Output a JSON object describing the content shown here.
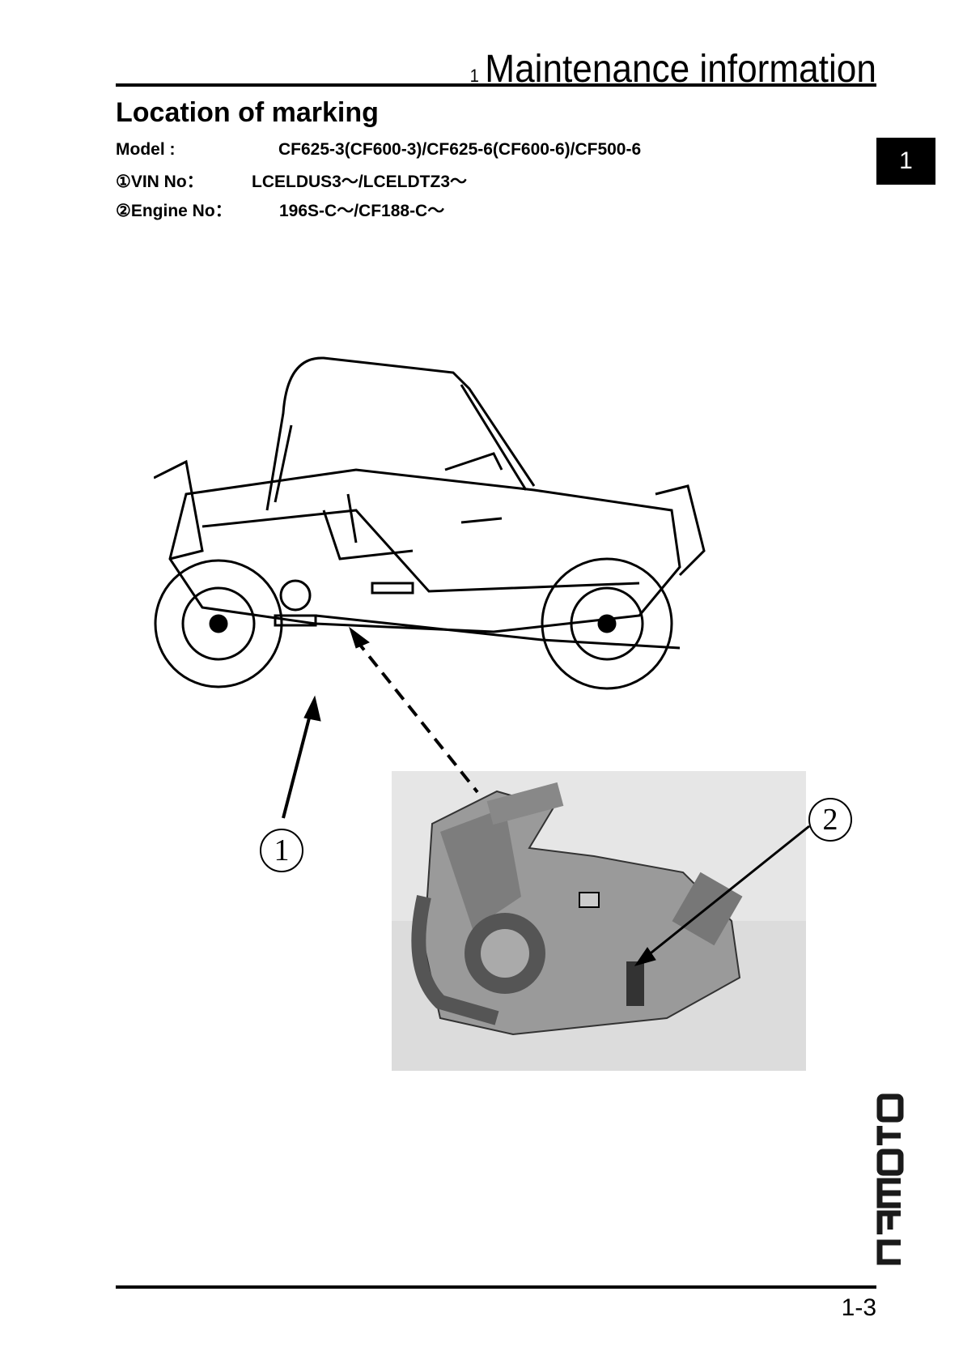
{
  "header": {
    "chapter_number": "1",
    "chapter_title": "Maintenance information"
  },
  "section_title": "Location of marking",
  "specs": [
    {
      "label": "Model  :",
      "value": "CF625-3(CF600-3)/CF625-6(CF600-6)/CF500-6"
    },
    {
      "label": "①VIN No：",
      "value": "LCELDUS3～/LCELDTZ3～"
    },
    {
      "label": "②Engine No：",
      "value": "196S-C～/CF188-C～"
    }
  ],
  "chapter_tab": "1",
  "callouts": {
    "vin": "1",
    "engine": "2"
  },
  "logo": "CFMOTO",
  "page_number": "1-3"
}
